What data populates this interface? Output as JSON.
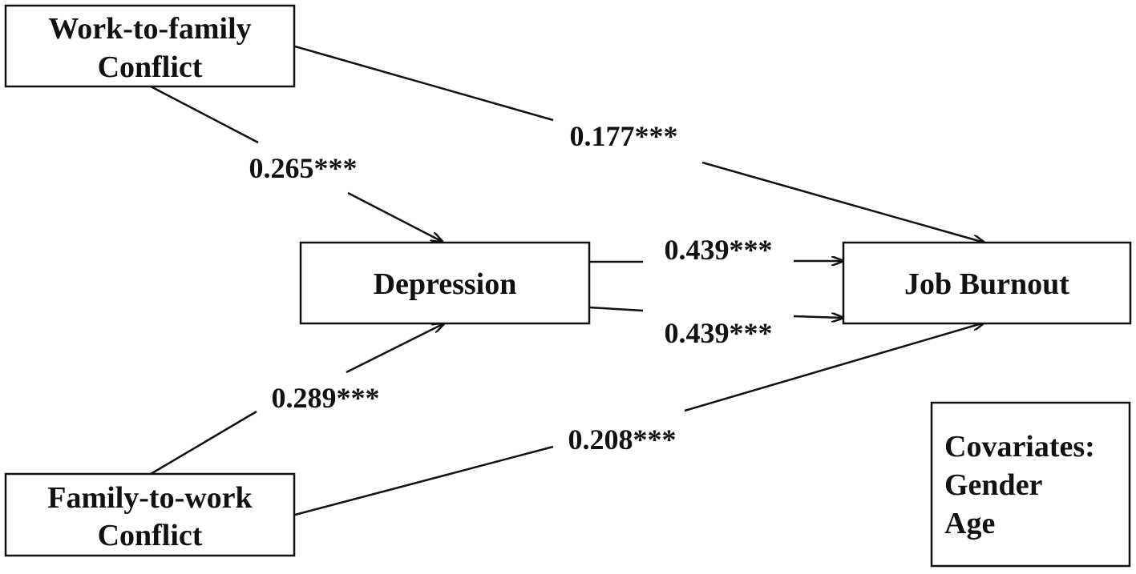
{
  "nodes": {
    "work_to_family": {
      "line1": "Work-to-family",
      "line2": "Conflict"
    },
    "family_to_work": {
      "line1": "Family-to-work",
      "line2": "Conflict"
    },
    "depression": {
      "label": "Depression"
    },
    "job_burnout": {
      "label": "Job Burnout"
    },
    "covariates": {
      "title": "Covariates:",
      "items": [
        "Gender",
        "Age"
      ]
    }
  },
  "paths": {
    "wfc_to_depression": "0.265***",
    "wfc_to_burnout": "0.177***",
    "ffc_to_depression": "0.289***",
    "ffc_to_burnout": "0.208***",
    "depression_to_burnout_1": "0.439***",
    "depression_to_burnout_2": "0.439***"
  },
  "colors": {
    "stroke": "#111111",
    "background": "#ffffff"
  }
}
